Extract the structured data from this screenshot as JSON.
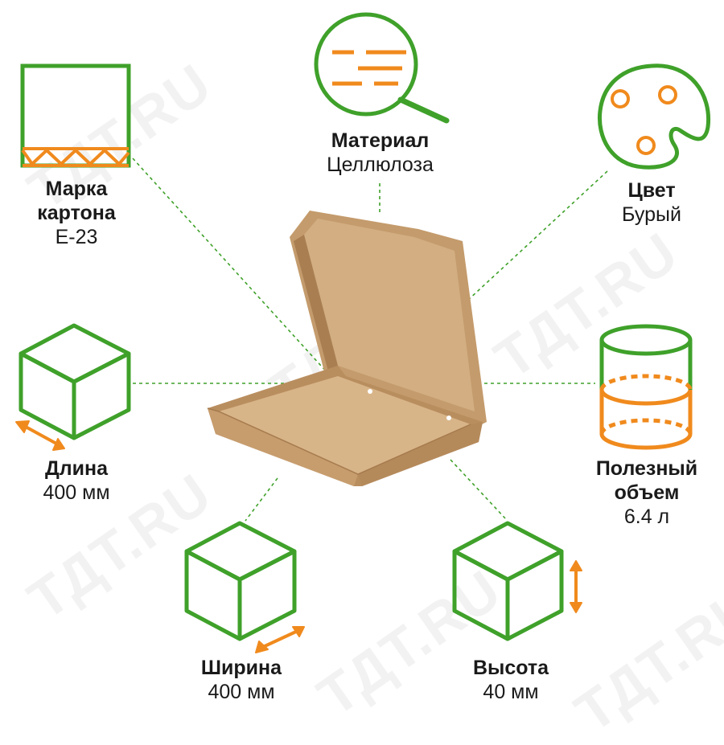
{
  "colors": {
    "green": "#3fa12a",
    "orange": "#f08a1d",
    "kraft": "#c9a074",
    "kraft_dark": "#a97f52",
    "kraft_light": "#dcbb91"
  },
  "watermark": "ТДТ.RU",
  "specs": {
    "brand": {
      "title_line1": "Марка",
      "title_line2": "картона",
      "value": "Е-23",
      "icon": "corrugated-board-icon"
    },
    "material": {
      "title": "Материал",
      "value": "Целлюлоза",
      "icon": "magnifier-icon"
    },
    "color": {
      "title": "Цвет",
      "value": "Бурый",
      "icon": "palette-icon"
    },
    "length": {
      "title": "Длина",
      "value": "400 мм",
      "icon": "cube-length-icon"
    },
    "volume": {
      "title_line1": "Полезный",
      "title_line2": "объем",
      "value": "6.4 л",
      "icon": "cylinder-icon"
    },
    "width": {
      "title": "Ширина",
      "value": "400 мм",
      "icon": "cube-width-icon"
    },
    "height": {
      "title": "Высота",
      "value": "40 мм",
      "icon": "cube-height-icon"
    }
  }
}
